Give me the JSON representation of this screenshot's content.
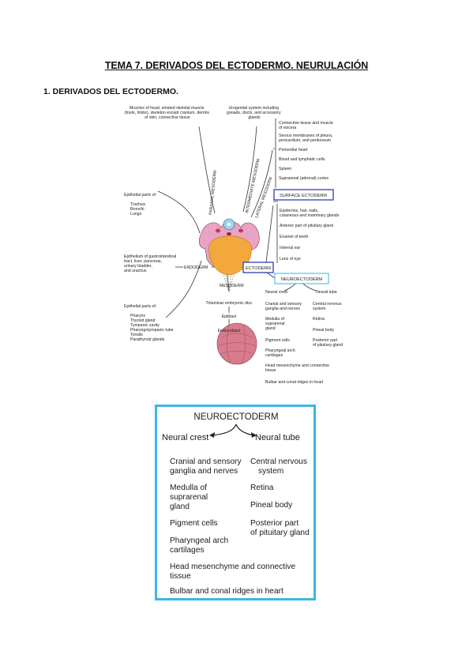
{
  "page": {
    "title": "TEMA 7. DERIVADOS DEL ECTODERMO. NEURULACIÓN",
    "section_heading": "1. DERIVADOS DEL ECTODERMO."
  },
  "figure1": {
    "top_left": [
      "Muscles of head, striated skeletal muscle",
      "(trunk, limbs), skeleton except cranium, dermis",
      "of skin, connective tissue"
    ],
    "top_center": [
      "Urogenital system including",
      "gonads, ducts, and accessory",
      "glands"
    ],
    "lateral_list": [
      [
        "Connective tissue and muscle",
        "of viscera"
      ],
      [
        "Serous membranes of pleura,",
        "pericardium, and peritoneum"
      ],
      [
        "Primordial heart"
      ],
      [
        "Blood and lymphatic cells"
      ],
      [
        "Spleen"
      ],
      [
        "Suprarenal (adrenal) cortex"
      ]
    ],
    "paraxial": "PARAXIAL MESODERM",
    "intermediate": "INTERMEDIATE MESODERM",
    "lateral": "LATERAL MESODERM",
    "surface_ectoderm": "SURFACE ECTODERM",
    "surface_list": [
      [
        "Epidermis, hair, nails,",
        "cutaneous and mammary glands"
      ],
      [
        "Anterior part of pituitary gland"
      ],
      [
        "Enamel of teeth"
      ],
      [
        "Internal ear"
      ],
      [
        "Lens of eye"
      ]
    ],
    "ectoderm": "ECTODERM",
    "neuroectoderm": "NEUROECTODERM",
    "neural_crest": "Neural crest",
    "neural_tube": "Neural tube",
    "crest_list": [
      [
        "Cranial and sensory",
        "ganglia and nerves"
      ],
      [
        "Medulla of",
        "suprarenal",
        "gland"
      ],
      [
        "Pigment cells"
      ],
      [
        "Pharyngeal arch",
        "cartilages"
      ],
      [
        "Head mesenchyme and connective",
        "tissue"
      ],
      [
        "Bulbar and conal ridges in heart"
      ]
    ],
    "tube_list": [
      [
        "Central nervous",
        "system"
      ],
      [
        "Retina"
      ],
      [
        "Pineal body"
      ],
      [
        "Posterior part",
        "of pituitary gland"
      ]
    ],
    "endoderm": "ENDODERM",
    "mesoderm": "MESODERM",
    "trilaminar": "Trilaminar embryonic disc",
    "epiblast": "Epiblast",
    "embryoblast": "Embryoblast",
    "left_top_group": [
      "Epithelial parts of:",
      "",
      "Trachea",
      "Bronchi",
      "Lungs"
    ],
    "left_mid_group": [
      "Epithelium of gastrointestinal",
      "tract, liver, pancreas,",
      "urinary bladder,",
      "and urachus"
    ],
    "left_bottom_group": [
      "Epithelial parts of:",
      "",
      "Pharynx",
      "Thyroid gland",
      "Tympanic cavity",
      "Pharyngotympanic tube",
      "Tonsils",
      "Parathyroid glands"
    ],
    "colors": {
      "box_blue": "#2f3fb0",
      "box_cyan": "#5cc8ef",
      "embryo_orange": "#f2a83a",
      "embryo_pink": "#e9a3c3",
      "embryoblast": "#d77c8c"
    }
  },
  "figure2": {
    "title": "NEUROECTODERM",
    "neural_crest": "Neural crest",
    "neural_tube": "Neural tube",
    "left_items": [
      [
        "Cranial and sensory",
        "ganglia and nerves"
      ],
      [
        "Medulla of",
        "suprarenal",
        "gland"
      ],
      [
        "Pigment cells"
      ],
      [
        "Pharyngeal arch",
        "cartilages"
      ]
    ],
    "right_items": [
      [
        "Central nervous",
        "system"
      ],
      [
        "Retina"
      ],
      [
        "Pineal body"
      ],
      [
        "Posterior part",
        "of pituitary gland"
      ]
    ],
    "bottom_items": [
      [
        "Head mesenchyme and connective",
        "tissue"
      ],
      [
        "Bulbar and conal ridges in heart"
      ]
    ],
    "border_color": "#3bb7e4"
  }
}
